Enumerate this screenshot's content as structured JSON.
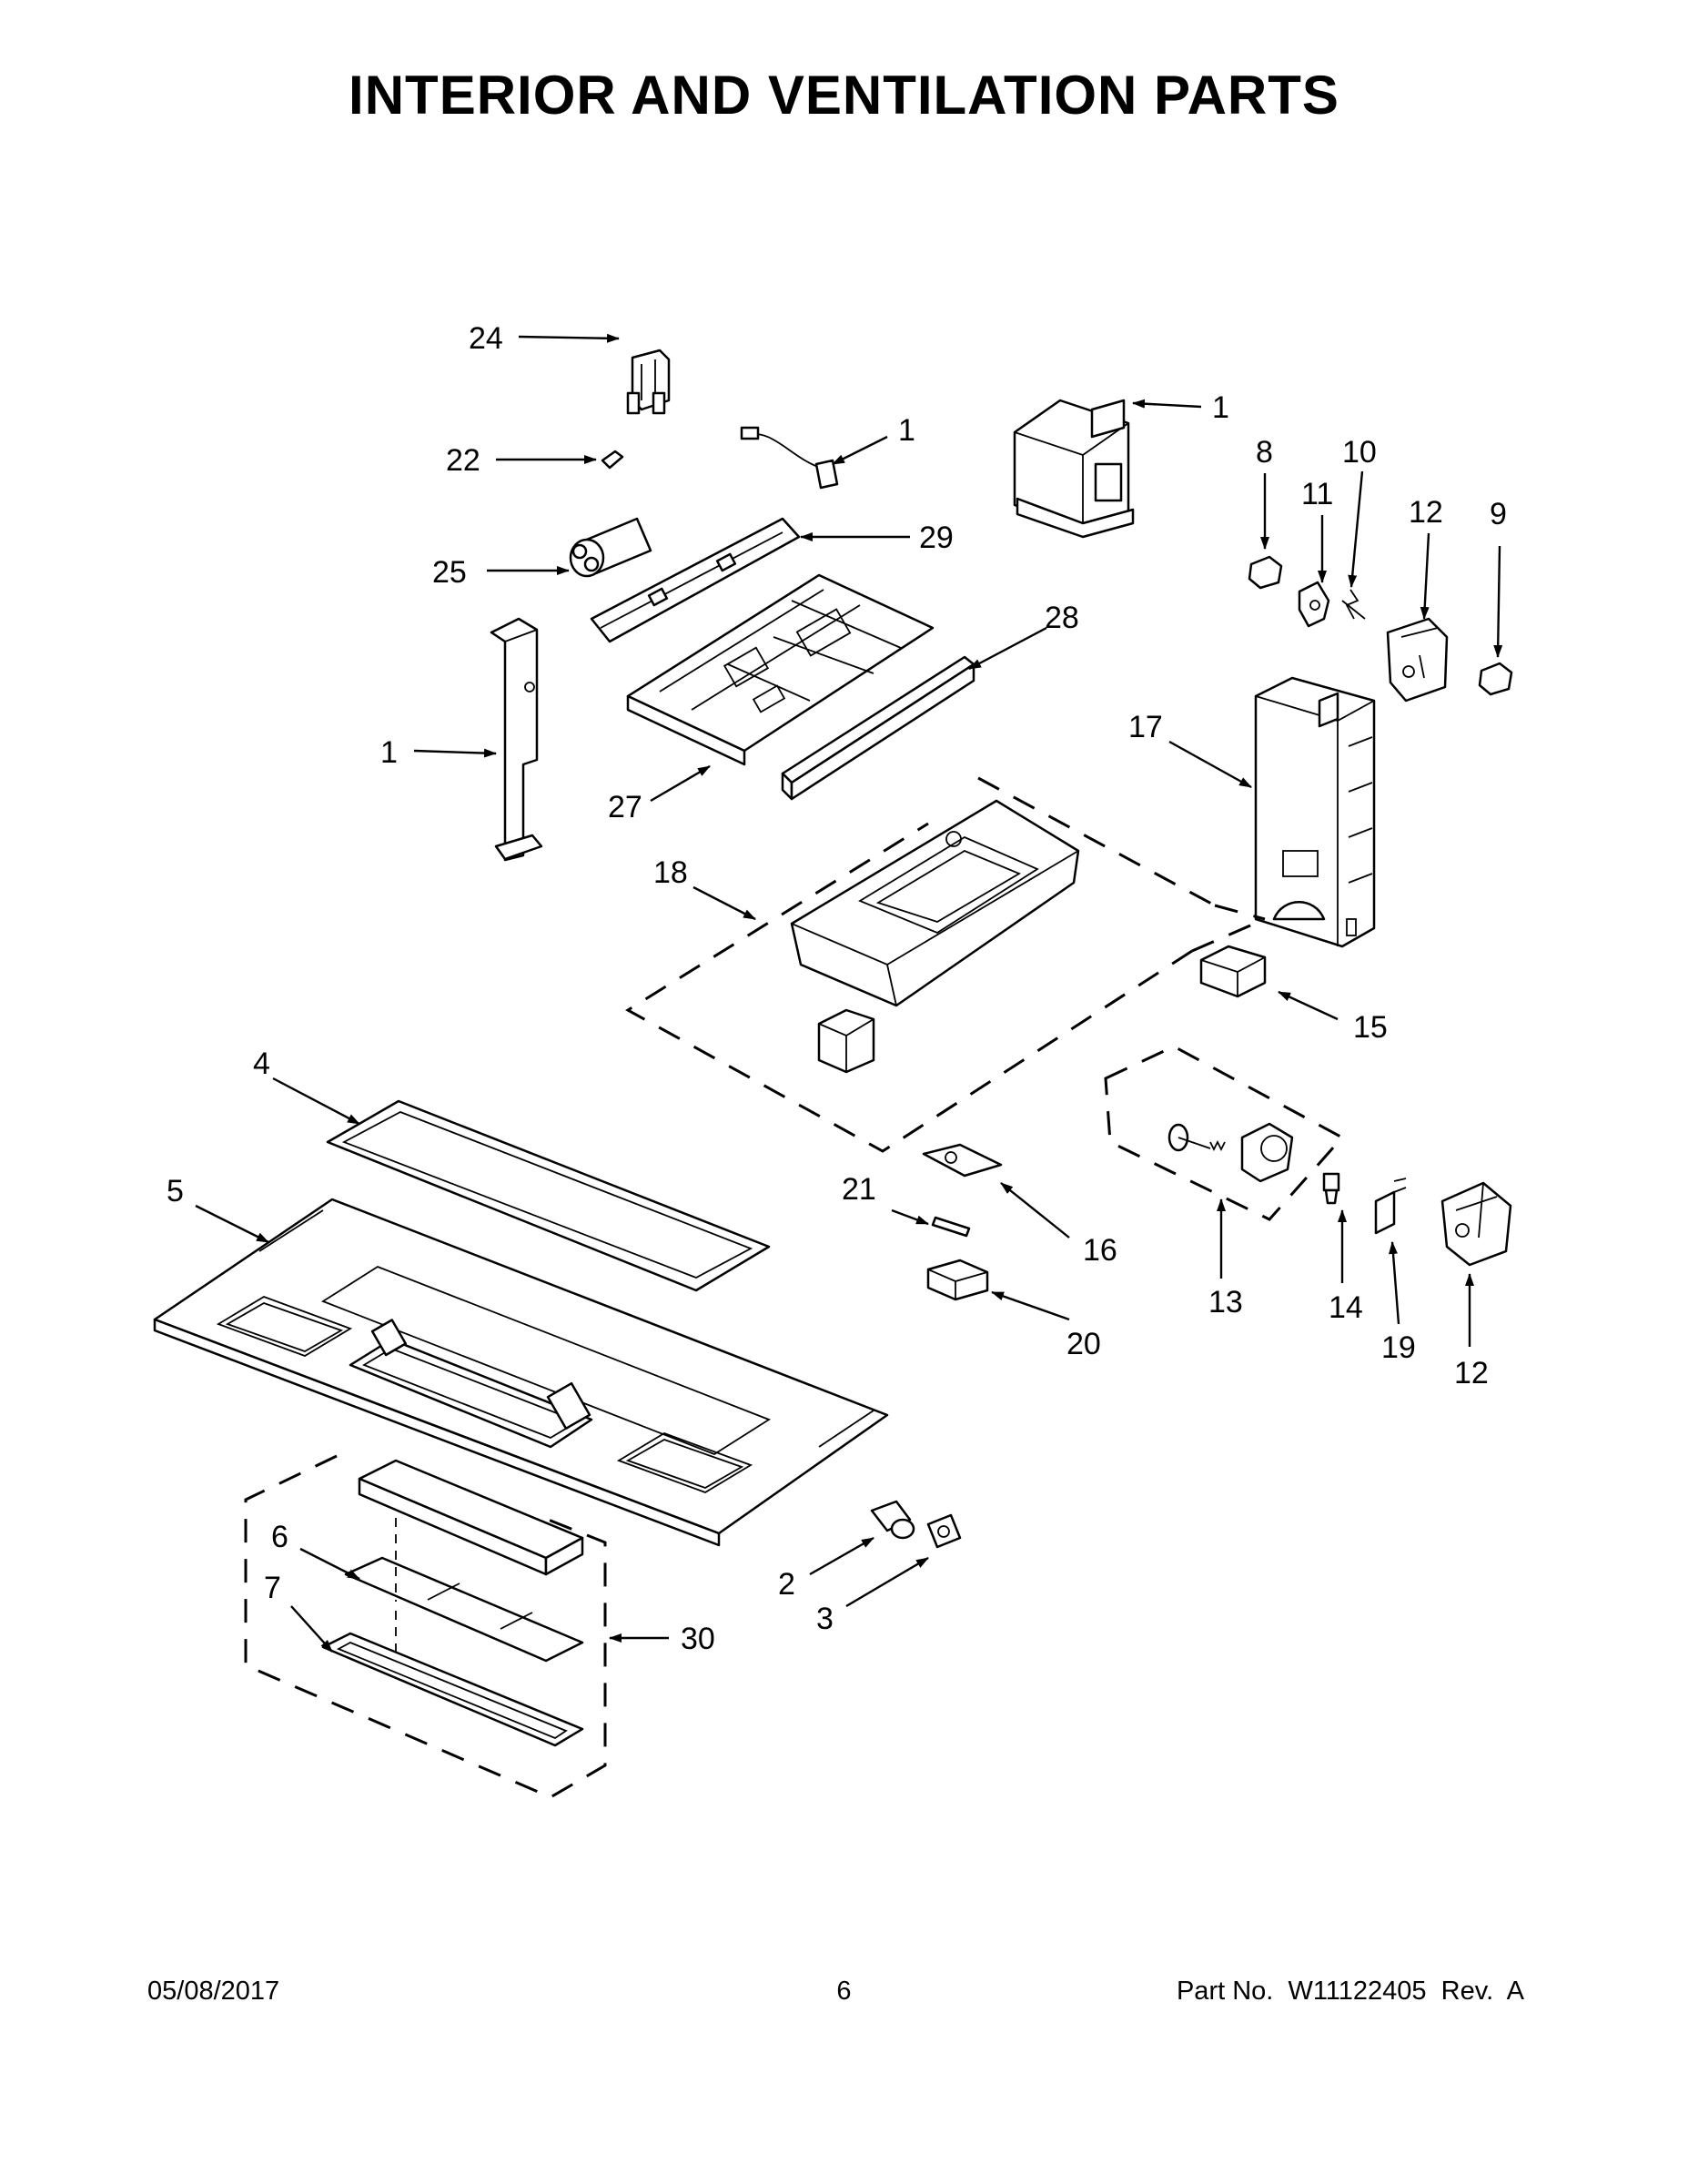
{
  "title": "INTERIOR AND VENTILATION PARTS",
  "footer": {
    "date": "05/08/2017",
    "page": "6",
    "part_number": "Part No.  W11122405  Rev.  A"
  },
  "callouts": {
    "c24": "24",
    "c22": "22",
    "c1_wire": "1",
    "c1_transformer": "1",
    "c8": "8",
    "c10": "10",
    "c11": "11",
    "c12_top": "12",
    "c9": "9",
    "c25": "25",
    "c29": "29",
    "c28": "28",
    "c1_bracket": "1",
    "c27": "27",
    "c17": "17",
    "c18": "18",
    "c15": "15",
    "c4": "4",
    "c5": "5",
    "c21": "21",
    "c16": "16",
    "c13": "13",
    "c14": "14",
    "c19": "19",
    "c12_bottom": "12",
    "c20": "20",
    "c6": "6",
    "c7": "7",
    "c30": "30",
    "c2": "2",
    "c3": "3"
  }
}
